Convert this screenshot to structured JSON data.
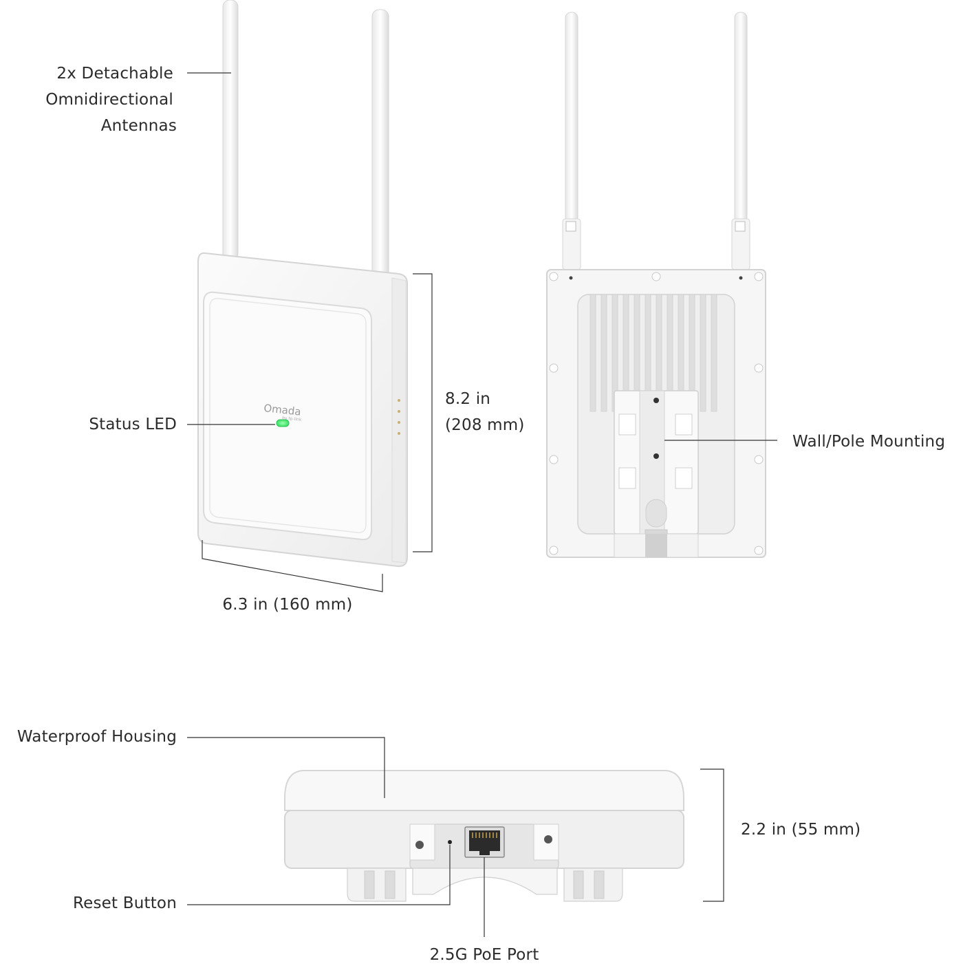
{
  "callouts": {
    "antennas": [
      "2x Detachable",
      "Omnidirectional",
      "Antennas"
    ],
    "status_led": "Status LED",
    "wall_pole": "Wall/Pole Mounting",
    "waterproof": "Waterproof Housing",
    "reset": "Reset Button",
    "poe_port": "2.5G PoE Port"
  },
  "dimensions": {
    "height": [
      "8.2 in",
      "(208 mm)"
    ],
    "width": "6.3 in (160 mm)",
    "depth": "2.2 in (55 mm)"
  },
  "brand": {
    "logo": "Omada",
    "sub": "by tp-link"
  },
  "colors": {
    "led": "#3ee06a",
    "body": "#f7f7f7",
    "outline": "#d9d9d9",
    "line": "#333333"
  },
  "icons": {
    "port": "ethernet-port-icon",
    "reset": "reset-pinhole-icon"
  }
}
